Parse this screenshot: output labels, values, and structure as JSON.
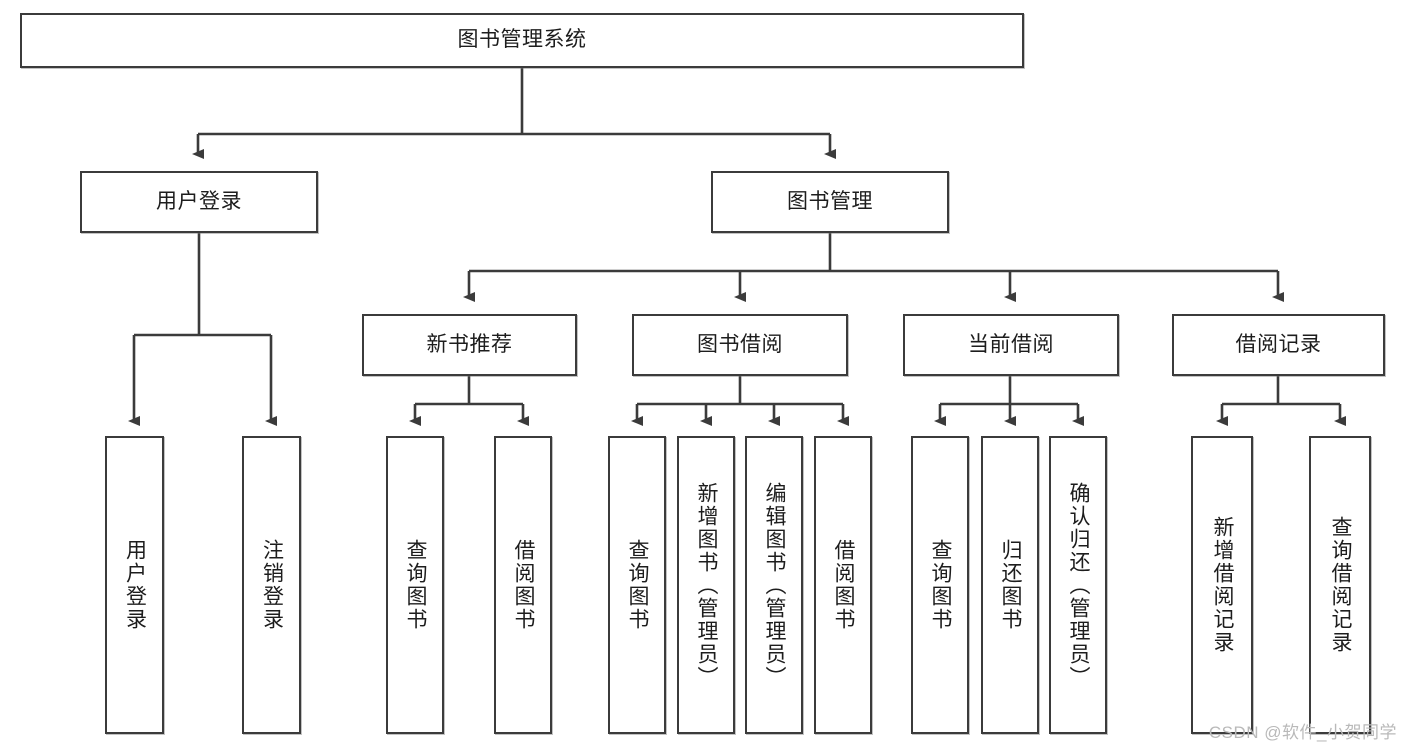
{
  "diagram": {
    "title": "图书管理系统",
    "type": "tree-hierarchy",
    "root": {
      "label": "图书管理系统"
    },
    "level2": [
      {
        "label": "用户登录"
      },
      {
        "label": "图书管理"
      }
    ],
    "level3": [
      {
        "label": "新书推荐"
      },
      {
        "label": "图书借阅"
      },
      {
        "label": "当前借阅"
      },
      {
        "label": "借阅记录"
      }
    ],
    "leaves": {
      "user_login": [
        {
          "label": "用户登录"
        },
        {
          "label": "注销登录"
        }
      ],
      "new_book_recommend": [
        {
          "label": "查询图书"
        },
        {
          "label": "借阅图书"
        }
      ],
      "book_borrow": [
        {
          "label": "查询图书"
        },
        {
          "label": "新增图书（管理员）"
        },
        {
          "label": "编辑图书（管理员）"
        },
        {
          "label": "借阅图书"
        }
      ],
      "current_borrow": [
        {
          "label": "查询图书"
        },
        {
          "label": "归还图书"
        },
        {
          "label": "确认归还（管理员）"
        }
      ],
      "borrow_record": [
        {
          "label": "新增借阅记录"
        },
        {
          "label": "查询借阅记录"
        }
      ]
    }
  },
  "watermark": {
    "text": "CSDN @软件_小贺同学"
  },
  "colors": {
    "stroke": "#3b3b3b",
    "fill": "#ffffff",
    "text": "#1d1d1d",
    "watermark": "#b9b9b9"
  }
}
